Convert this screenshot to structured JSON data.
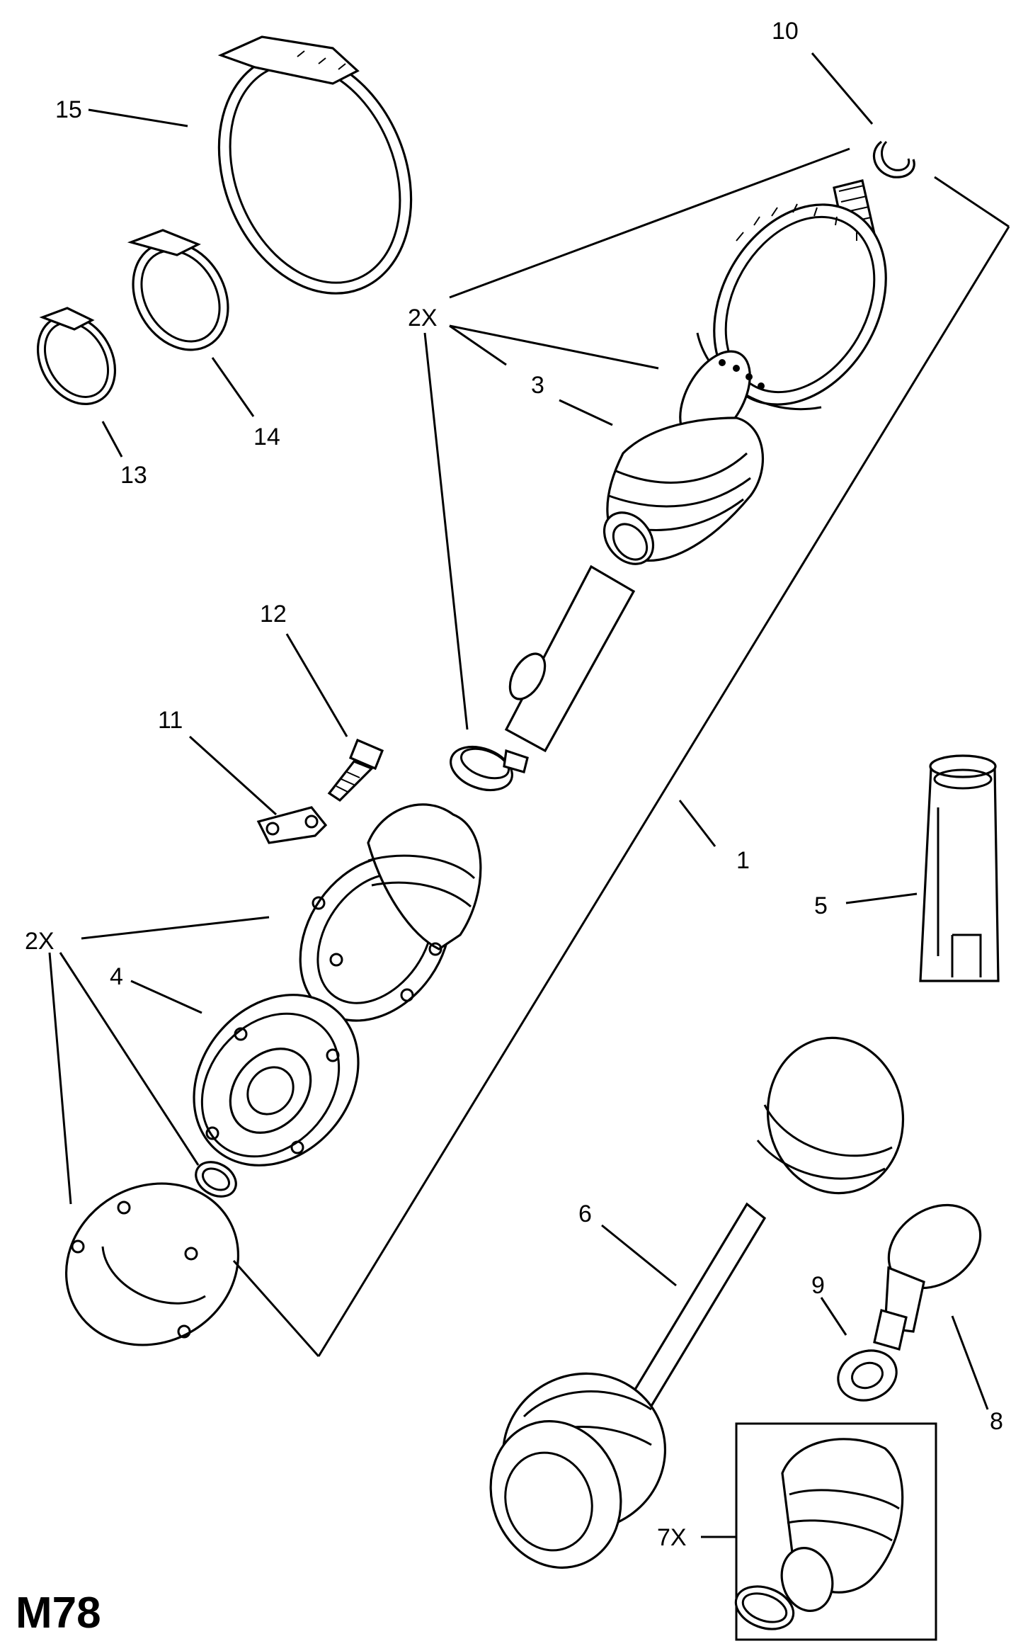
{
  "diagram": {
    "code": "M78",
    "callouts": {
      "c1": "1",
      "c2x_top": "2X",
      "c2x_left": "2X",
      "c3": "3",
      "c4": "4",
      "c5": "5",
      "c6": "6",
      "c7x": "7X",
      "c8": "8",
      "c9": "9",
      "c10": "10",
      "c11": "11",
      "c12": "12",
      "c13": "13",
      "c14": "14",
      "c15": "15"
    }
  }
}
